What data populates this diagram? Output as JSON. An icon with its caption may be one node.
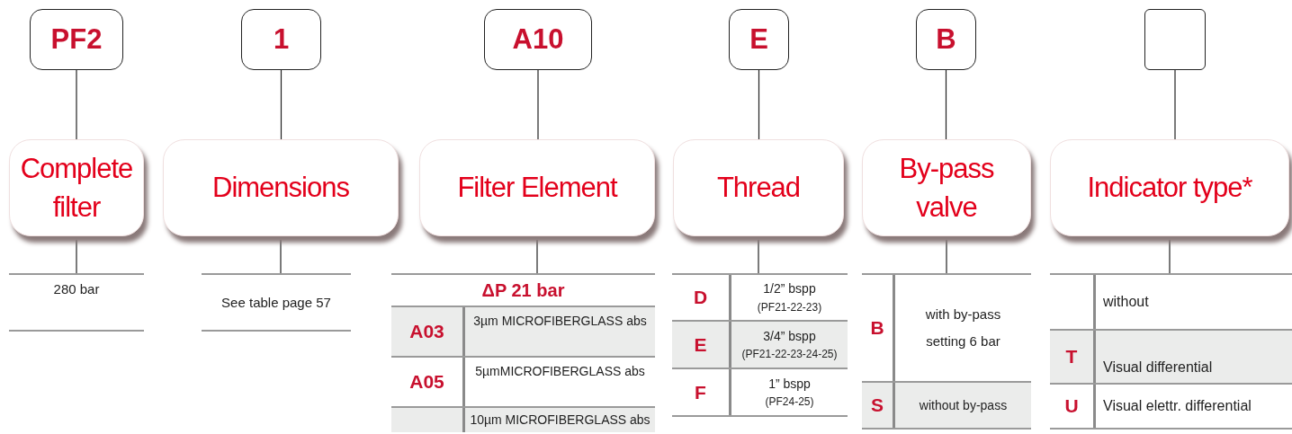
{
  "diagram": {
    "nodes": [
      {
        "text": [
          "PF2"
        ]
      },
      {
        "text": [
          "1"
        ]
      },
      {
        "text": [
          "A10"
        ]
      },
      {
        "text": [
          "E"
        ]
      },
      {
        "text": [
          "B"
        ]
      },
      {
        "text": [],
        "shape": "box"
      },
      {
        "text": [
          "Complete filter"
        ]
      },
      {
        "text": [
          "Dimensions"
        ]
      },
      {
        "text": [
          "Filter Element"
        ]
      },
      {
        "text": [
          "Thread"
        ]
      },
      {
        "text": [
          "By-pass valve"
        ]
      },
      {
        "text": [
          "Indicator type*"
        ]
      },
      {
        "text": [
          "280 bar"
        ]
      },
      {
        "text": [
          "See table page 57"
        ]
      },
      {
        "text": [
          "ΔP 21 bar",
          "A03",
          "3µm MICROFIBERGLASS abs",
          "A05",
          "5µmMICROFIBERGLASS abs",
          "10µm MICROFIBERGLASS abs"
        ]
      },
      {
        "text": [
          "D",
          "1/2” bspp",
          "(PF21-22-23)",
          "E",
          "3/4” bspp",
          "(PF21-22-23-24-25)",
          "F",
          "1” bspp",
          "(PF24-25)"
        ]
      },
      {
        "text": [
          "B",
          "with by-pass setting 6 bar",
          "S",
          "without by-pass"
        ]
      },
      {
        "text": [
          "without",
          "T",
          "Visual differential",
          "U",
          "Visual elettr. differential"
        ]
      }
    ],
    "edges": [
      {
        "from": 0,
        "to": 6,
        "arrow": "none"
      },
      {
        "from": 1,
        "to": 7,
        "arrow": "none"
      },
      {
        "from": 2,
        "to": 8,
        "arrow": "none"
      },
      {
        "from": 3,
        "to": 9,
        "arrow": "none"
      },
      {
        "from": 4,
        "to": 10,
        "arrow": "none"
      },
      {
        "from": 5,
        "to": 11,
        "arrow": "none"
      },
      {
        "from": 6,
        "to": 12,
        "arrow": "none"
      },
      {
        "from": 7,
        "to": 13,
        "arrow": "none"
      },
      {
        "from": 8,
        "to": 14,
        "arrow": "none"
      },
      {
        "from": 9,
        "to": 15,
        "arrow": "none"
      },
      {
        "from": 10,
        "to": 16,
        "arrow": "none"
      },
      {
        "from": 11,
        "to": 17,
        "arrow": "none"
      }
    ]
  }
}
